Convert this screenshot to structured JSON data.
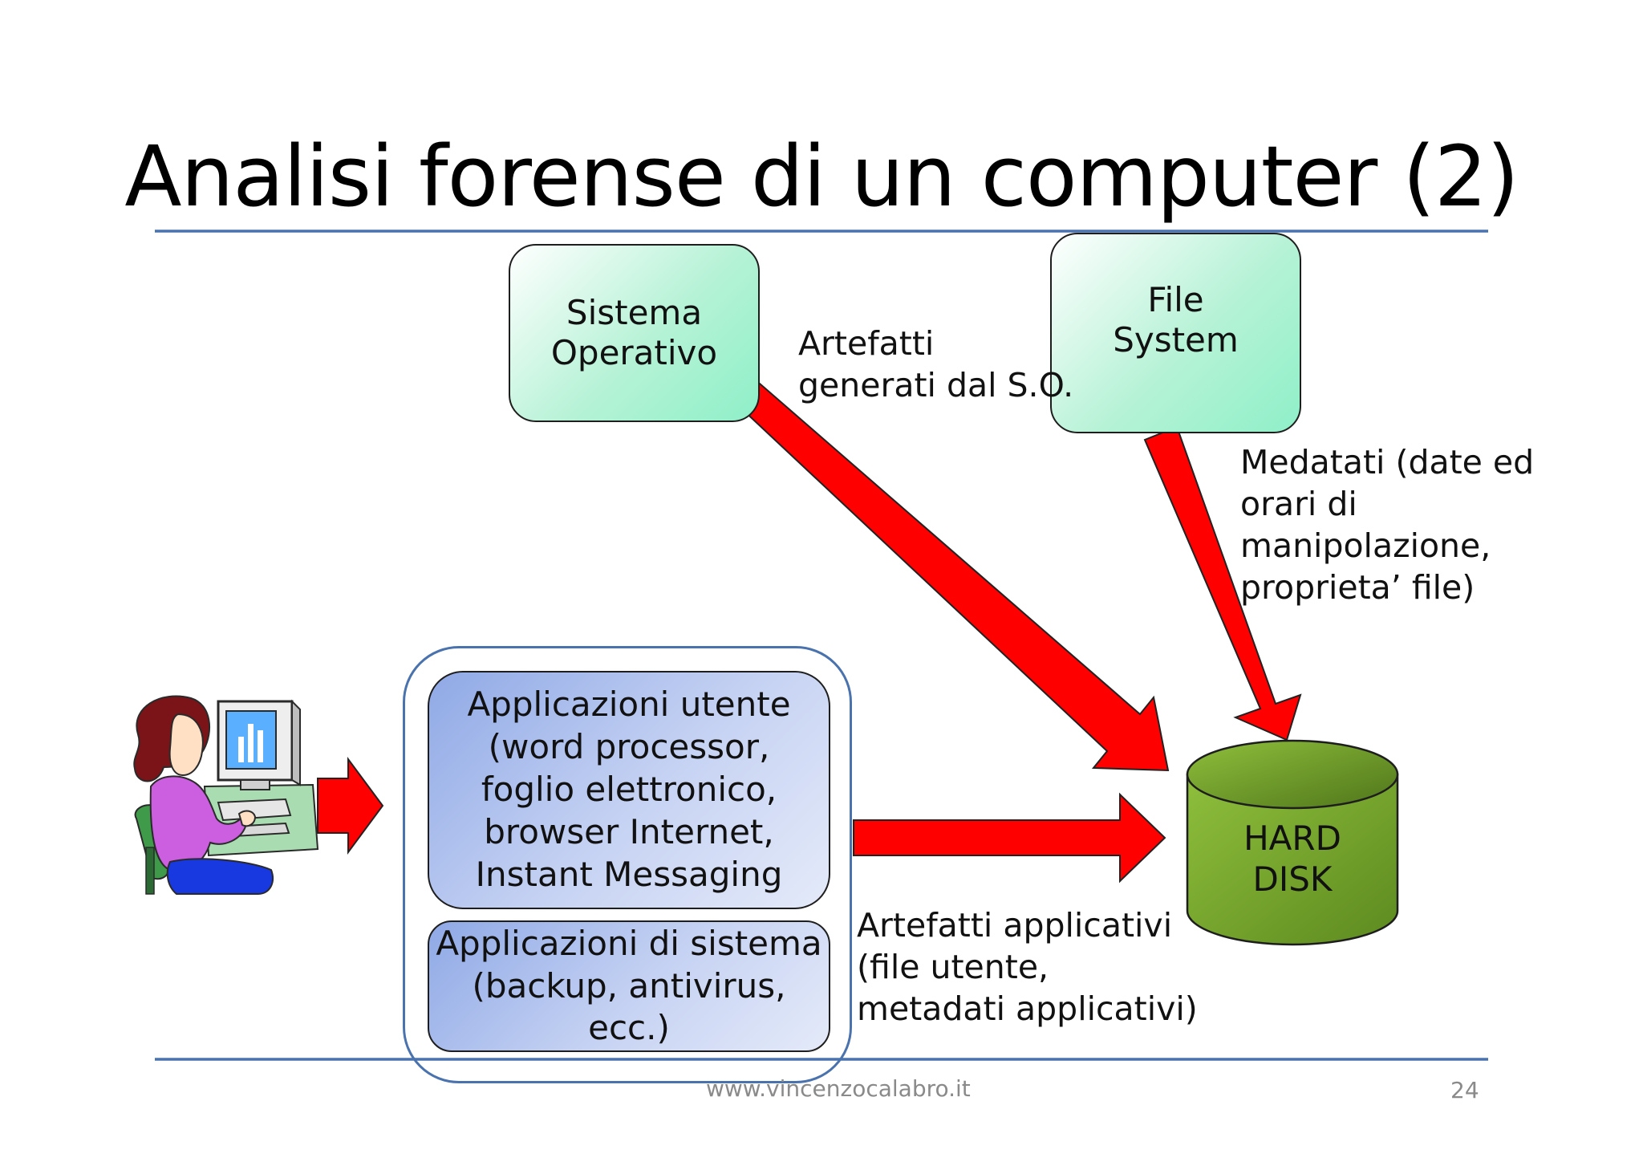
{
  "title": "Analisi forense di un computer (2)",
  "colors": {
    "rule": "#4a72ad",
    "arrow": "#ff0000",
    "disk": "#6b8e23"
  },
  "nodes": {
    "sistema_operativo": [
      "Sistema",
      "Operativo"
    ],
    "file_system": [
      "File",
      "System"
    ],
    "app_utente": [
      "Applicazioni utente",
      "(word processor,",
      "foglio elettronico,",
      "browser Internet,",
      "Instant Messaging"
    ],
    "app_sistema": [
      "Applicazioni di sistema",
      "(backup, antivirus, ecc.)"
    ],
    "hard_disk": [
      "HARD",
      "DISK"
    ]
  },
  "labels": {
    "artefatti_so": [
      "Artefatti",
      "generati dal S.O."
    ],
    "metadati_fs": [
      "Medatati (date ed",
      "orari di",
      "manipolazione,",
      "proprieta’ file)"
    ],
    "artefatti_app": [
      "Artefatti applicativi",
      "(file utente,",
      "metadati applicativi)"
    ]
  },
  "icons": {
    "user": "user-at-computer-icon"
  },
  "footer": {
    "url": "www.vincenzocalabro.it",
    "page": "24"
  }
}
